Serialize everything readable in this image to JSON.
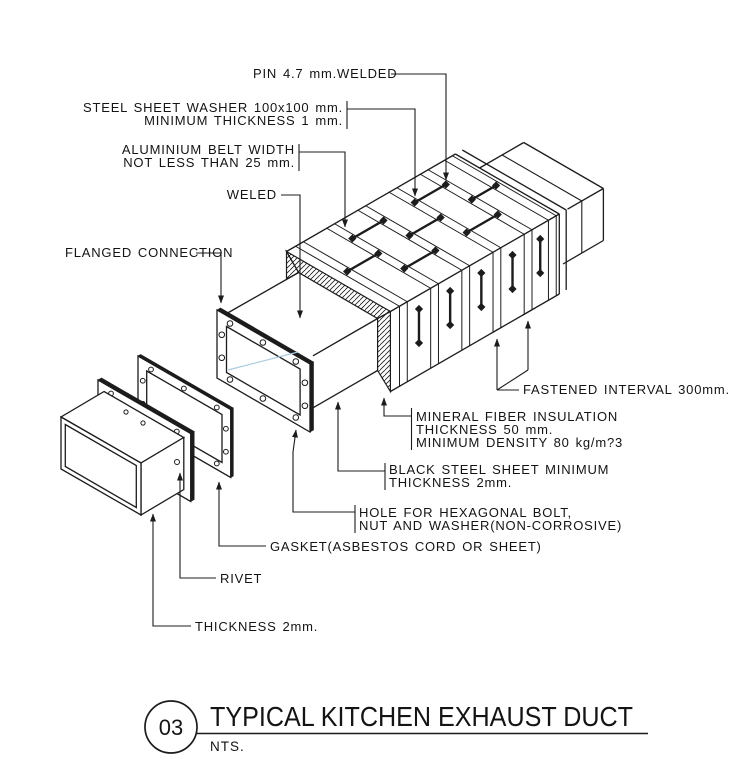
{
  "drawing": {
    "labels": {
      "pin": "PIN 4.7 mm.WELDED",
      "washer_1": "STEEL SHEET WASHER 100x100 mm.",
      "washer_2": "MINIMUM THICKNESS 1 mm.",
      "belt_1": "ALUMINIUM BELT WIDTH",
      "belt_2": "NOT LESS THAN 25 mm.",
      "weld": "WELED",
      "flanged": "FLANGED CONNECTION",
      "fastened": "FASTENED INTERVAL 300mm.",
      "mineral_1": "MINERAL FIBER INSULATION",
      "mineral_2": "THICKNESS 50 mm.",
      "mineral_3": "MINIMUM DENSITY 80 kg/m?3",
      "black_1": "BLACK STEEL SHEET MINIMUM",
      "black_2": "THICKNESS 2mm.",
      "hole_1": "HOLE FOR HEXAGONAL BOLT,",
      "hole_2": "NUT AND WASHER(NON-CORROSIVE)",
      "gasket": "GASKET(ASBESTOS CORD OR SHEET)",
      "rivet": "RIVET",
      "thickness2": "THICKNESS 2mm."
    },
    "title_block": {
      "number": "03",
      "title": "TYPICAL KITCHEN EXHAUST DUCT",
      "scale": "NTS."
    },
    "colors": {
      "line": "#1c1c1c",
      "reflection": "#a9cade",
      "background": "#ffffff"
    }
  }
}
